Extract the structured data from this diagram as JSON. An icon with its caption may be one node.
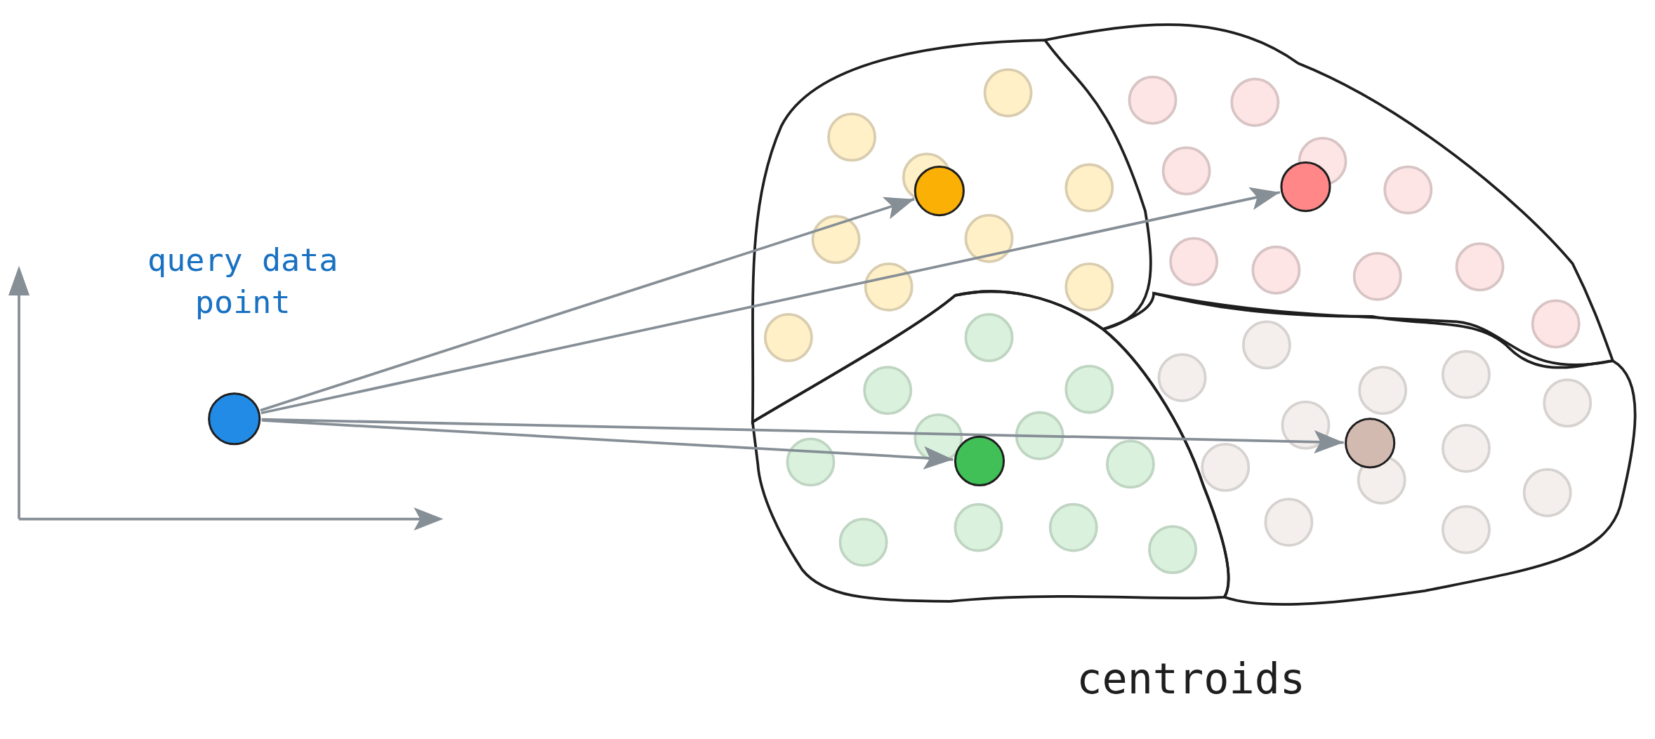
{
  "diagram": {
    "nodes": [
      {
        "text": [],
        "shape": "circle",
        "beside": [
          "query data point"
        ]
      },
      {
        "text": [],
        "shape": "circle"
      },
      {
        "text": [],
        "shape": "circle"
      },
      {
        "text": [],
        "shape": "circle"
      },
      {
        "text": [],
        "shape": "circle"
      }
    ],
    "edges": [
      {
        "from": 0,
        "to": 1,
        "arrow": "to"
      },
      {
        "from": 0,
        "to": 3,
        "arrow": "to"
      },
      {
        "from": 0,
        "to": 4,
        "arrow": "to"
      },
      {
        "from": 0,
        "to": 2,
        "arrow": "to"
      }
    ],
    "labels": [
      "centroids"
    ]
  }
}
